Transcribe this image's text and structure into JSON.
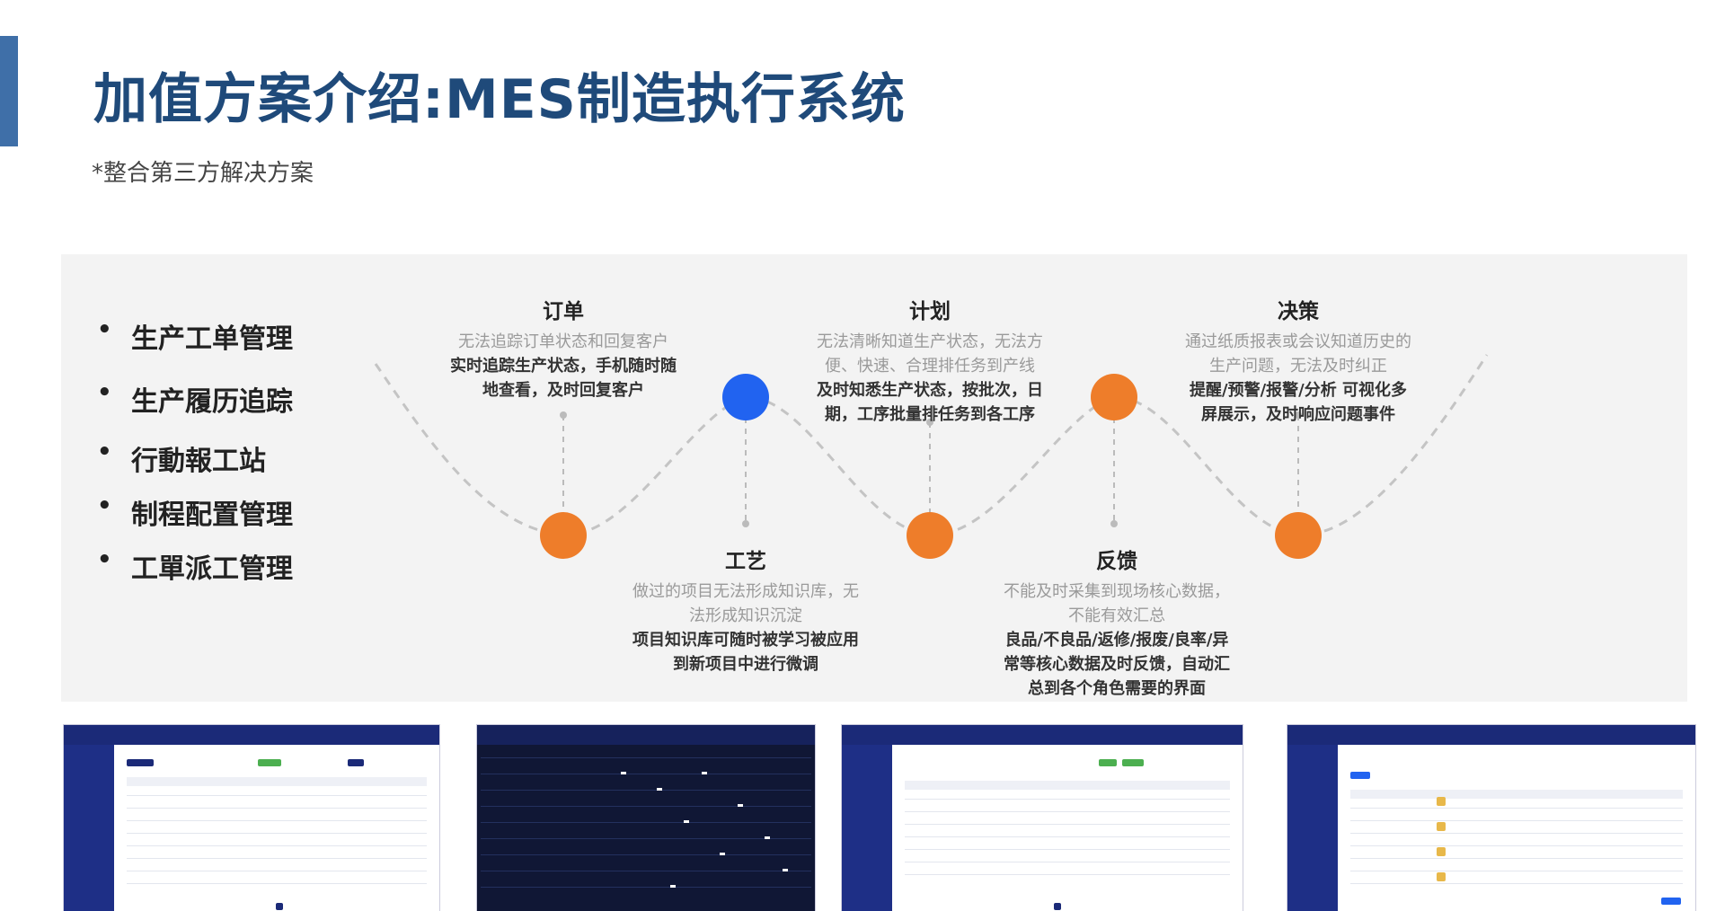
{
  "slide": {
    "title": "加值方案介绍:MES制造执行系统",
    "subtitle": "*整合第三方解决方案"
  },
  "features": [
    "生产工单管理",
    "生产履历追踪",
    "行動報工站",
    "制程配置管理",
    "工單派工管理"
  ],
  "stages": [
    {
      "title": "订单",
      "problem": [
        "无法追踪订单状态和回复客户"
      ],
      "solution": [
        "实时追踪生产状态，手机随时随",
        "地查看，及时回复客户"
      ]
    },
    {
      "title": "工艺",
      "problem": [
        "做过的项目无法形成知识库，无",
        "法形成知识沉淀"
      ],
      "solution": [
        "项目知识库可随时被学习被应用",
        "到新项目中进行微调"
      ]
    },
    {
      "title": "计划",
      "problem": [
        "无法清晰知道生产状态，无法方",
        "便、快速、合理排任务到产线"
      ],
      "solution": [
        "及时知悉生产状态，按批次，日",
        "期，工序批量排任务到各工序"
      ]
    },
    {
      "title": "反馈",
      "problem": [
        "不能及时采集到现场核心数据，",
        "不能有效汇总"
      ],
      "solution": [
        "良品/不良品/返修/报废/良率/异",
        "常等核心数据及时反馈，自动汇",
        "总到各个角色需要的界面"
      ]
    },
    {
      "title": "决策",
      "problem": [
        "通过纸质报表或会议知道历史的",
        "生产问题，无法及时纠正"
      ],
      "solution": [
        "提醒/预警/报警/分析 可视化多",
        "屏展示，及时响应问题事件"
      ]
    }
  ],
  "colors": {
    "accent": "#3f6fa8",
    "title": "#1f4a7a",
    "node_orange": "#ee7d2a",
    "node_blue": "#2163f0",
    "panel": "#f3f3f3"
  }
}
